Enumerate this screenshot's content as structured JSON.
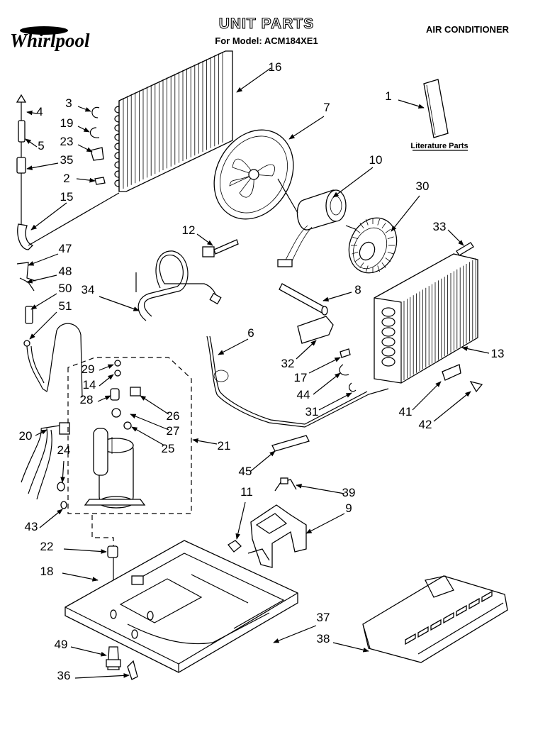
{
  "header": {
    "brand": "Whirlpool",
    "title": "UNIT PARTS",
    "model_line": "For Model: ACM184XE1",
    "category": "AIR CONDITIONER"
  },
  "literature_label": "Literature Parts",
  "callouts": [
    "1",
    "2",
    "3",
    "4",
    "5",
    "6",
    "7",
    "8",
    "9",
    "10",
    "11",
    "12",
    "13",
    "14",
    "15",
    "16",
    "17",
    "18",
    "19",
    "20",
    "21",
    "22",
    "23",
    "24",
    "25",
    "26",
    "27",
    "28",
    "29",
    "30",
    "31",
    "32",
    "33",
    "34",
    "35",
    "36",
    "37",
    "38",
    "39",
    "41",
    "42",
    "43",
    "44",
    "45",
    "47",
    "48",
    "49",
    "50",
    "51"
  ]
}
